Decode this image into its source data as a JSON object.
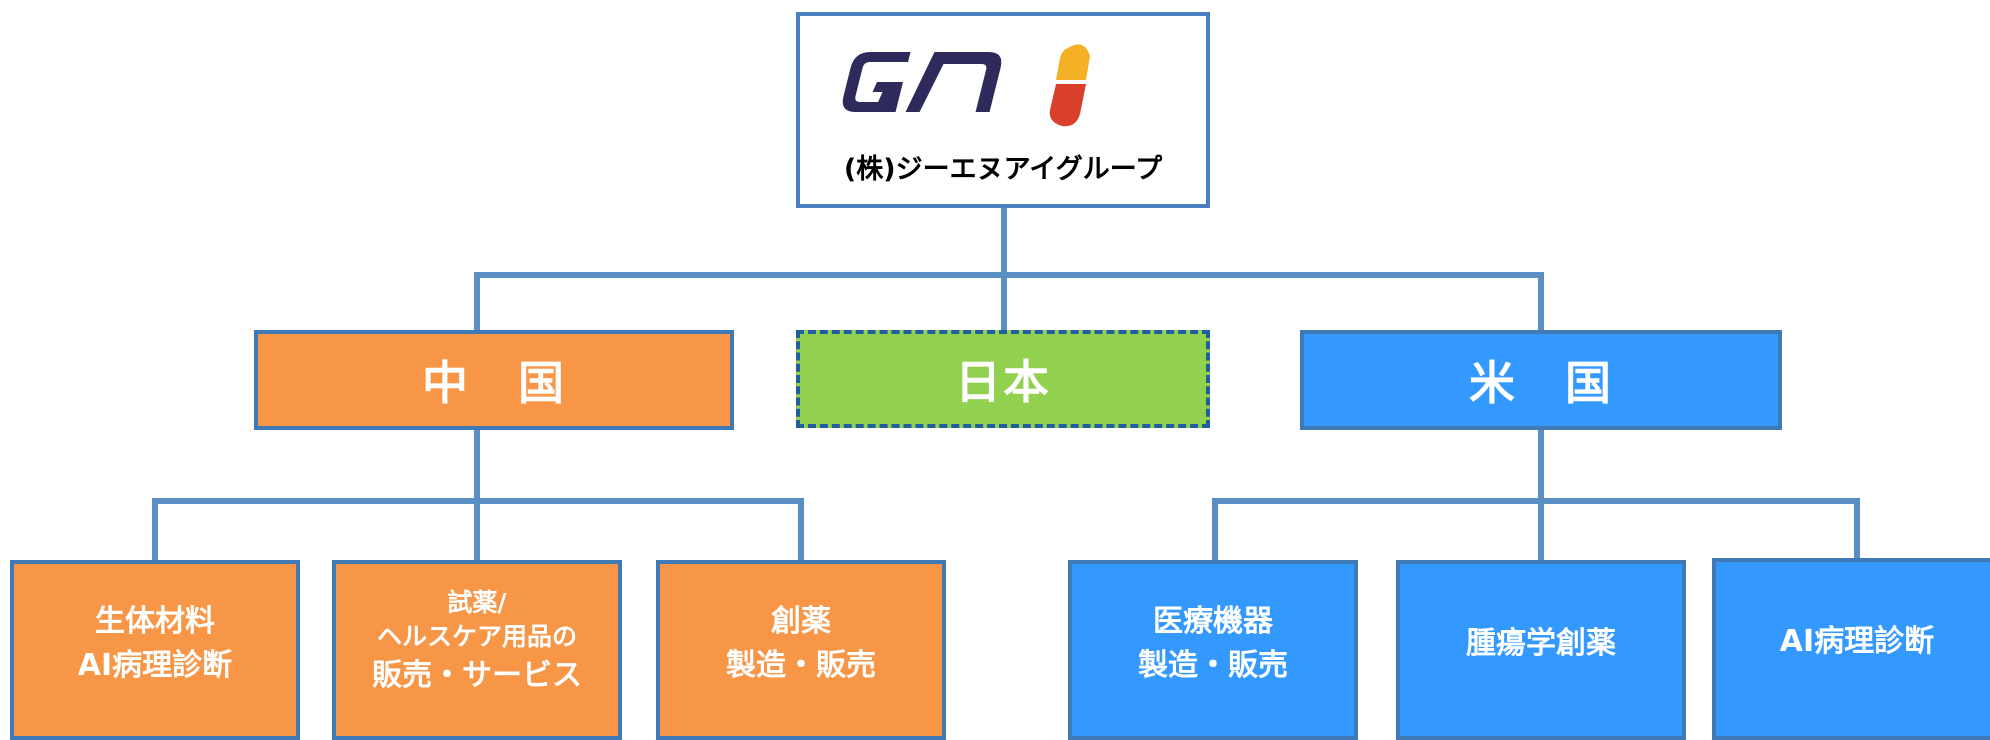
{
  "root": {
    "logo_text": "GN",
    "label": "(株)ジーエヌアイグループ"
  },
  "regions": {
    "china": "中　国",
    "japan": "日本",
    "usa": "米　国"
  },
  "china_units": {
    "unit1": [
      "生体材料",
      "AI病理診断"
    ],
    "unit2": [
      "試薬/",
      "ヘルスケア用品の",
      "販売・サービス"
    ],
    "unit3": [
      "創薬",
      "製造・販売"
    ]
  },
  "usa_units": {
    "unit1": [
      "医療機器",
      "製造・販売"
    ],
    "unit2": [
      "腫瘍学創薬"
    ],
    "unit3": [
      "AI病理診断"
    ]
  },
  "colors": {
    "china": "#f79646",
    "japan": "#92d050",
    "usa": "#3399ff",
    "connector": "#5a8fc4",
    "logo_blue": "#2e2a5c",
    "logo_yellow": "#f4b126",
    "logo_red": "#d9402b"
  }
}
